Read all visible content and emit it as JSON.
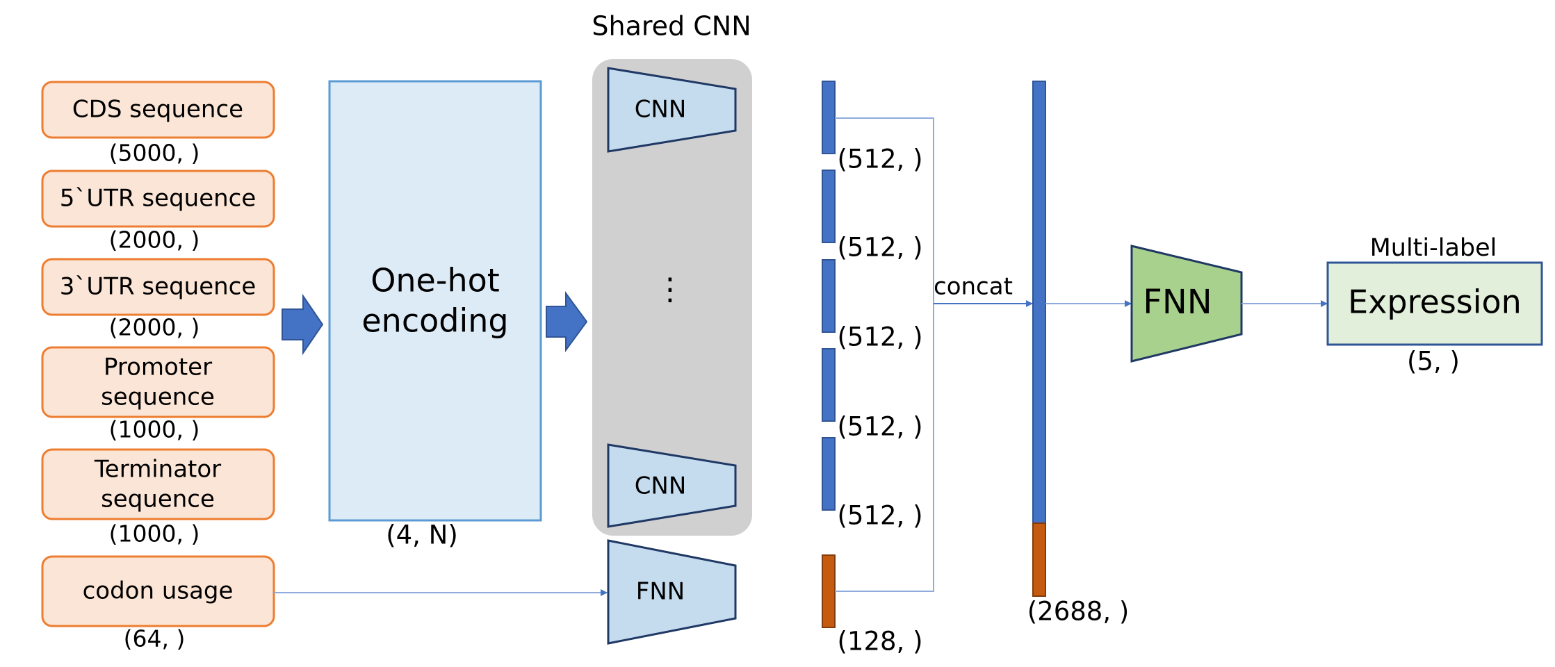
{
  "inputs": [
    {
      "lines": [
        "CDS sequence"
      ],
      "shape": "(5000, )"
    },
    {
      "lines": [
        "5`UTR sequence"
      ],
      "shape": "(2000, )"
    },
    {
      "lines": [
        "3`UTR sequence"
      ],
      "shape": "(2000, )"
    },
    {
      "lines": [
        "Promoter",
        "sequence"
      ],
      "shape": "(1000, )"
    },
    {
      "lines": [
        "Terminator",
        "sequence"
      ],
      "shape": "(1000, )"
    },
    {
      "lines": [
        "codon usage"
      ],
      "shape": "(64, )"
    }
  ],
  "encoding": {
    "lines": [
      "One-hot",
      "encoding"
    ],
    "shape": "(4, N)"
  },
  "shared_cnn": {
    "title": "Shared CNN",
    "block_label": "CNN",
    "ellipsis": "⋮"
  },
  "codon_fnn": {
    "label": "FNN"
  },
  "feature_vectors": [
    {
      "shape": "(512, )",
      "color": "#4472c4"
    },
    {
      "shape": "(512, )",
      "color": "#4472c4"
    },
    {
      "shape": "(512, )",
      "color": "#4472c4"
    },
    {
      "shape": "(512, )",
      "color": "#4472c4"
    },
    {
      "shape": "(512, )",
      "color": "#4472c4"
    },
    {
      "shape": "(128, )",
      "color": "#c55a11"
    }
  ],
  "concat": {
    "label": "concat",
    "shape": "(2688, )"
  },
  "head_fnn": {
    "label": "FNN"
  },
  "output": {
    "title": "Multi-label",
    "label": "Expression",
    "shape": "(5, )"
  },
  "colors": {
    "input_fill": "#fbe5d6",
    "input_stroke": "#ed7d31",
    "encoding_fill": "#ddebf7",
    "encoding_stroke": "#5b9bd5",
    "shared_bg": "#d0d0d0",
    "trap_fill": "#c5dcef",
    "trap_stroke": "#1f3864",
    "vector_blue": "#4472c4",
    "vector_orange": "#c55a11",
    "fnn_green": "#a9d18e",
    "output_fill": "#e2efda",
    "output_stroke": "#2f5597",
    "line": "#8faadc",
    "arrow": "#4472c4"
  }
}
